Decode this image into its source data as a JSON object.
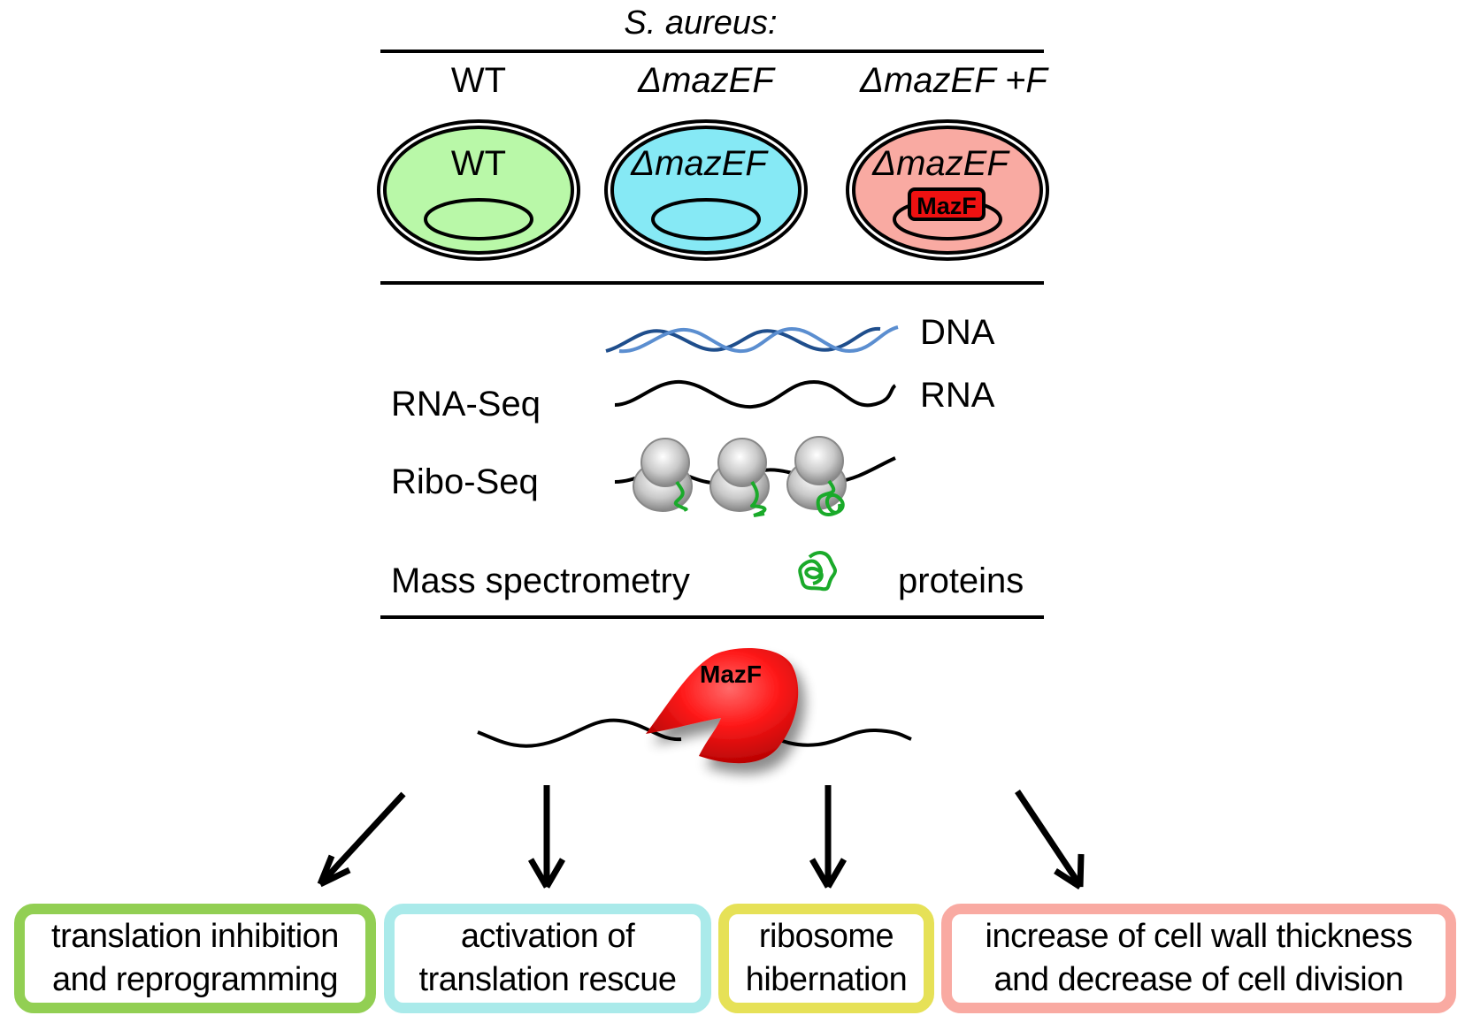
{
  "header": {
    "organism": "S. aureus:",
    "strains": [
      {
        "label": "WT",
        "cell_label": "WT",
        "fill": "#b9f8a8"
      },
      {
        "label": "ΔmazEF",
        "cell_label": "ΔmazEF",
        "fill": "#86e9f5"
      },
      {
        "label": "ΔmazEF +F",
        "cell_label": "ΔmazEF",
        "fill": "#f9aaa2",
        "insert_label": "MazF",
        "insert_fill": "#ee1111"
      }
    ]
  },
  "methods": {
    "dna_label": "DNA",
    "rna_label": "RNA",
    "rna_seq_label": "RNA-Seq",
    "ribo_seq_label": "Ribo-Seq",
    "mass_spec_label": "Mass spectrometry",
    "proteins_label": "proteins",
    "dna_colors": [
      "#1f4e8c",
      "#5b8ed0"
    ],
    "peptide_color": "#1aaa2a"
  },
  "enzyme": {
    "label": "MazF",
    "color": "#ff1a1a"
  },
  "outcomes": [
    {
      "lines": [
        "translation inhibition",
        "and reprogramming"
      ],
      "color": "#92cf53"
    },
    {
      "lines": [
        "activation of",
        "translation rescue"
      ],
      "color": "#aaeaea"
    },
    {
      "lines": [
        "ribosome",
        "hibernation"
      ],
      "color": "#e6e157"
    },
    {
      "lines": [
        "increase of cell wall thickness",
        "and decrease of cell division"
      ],
      "color": "#f9aaa2"
    }
  ]
}
